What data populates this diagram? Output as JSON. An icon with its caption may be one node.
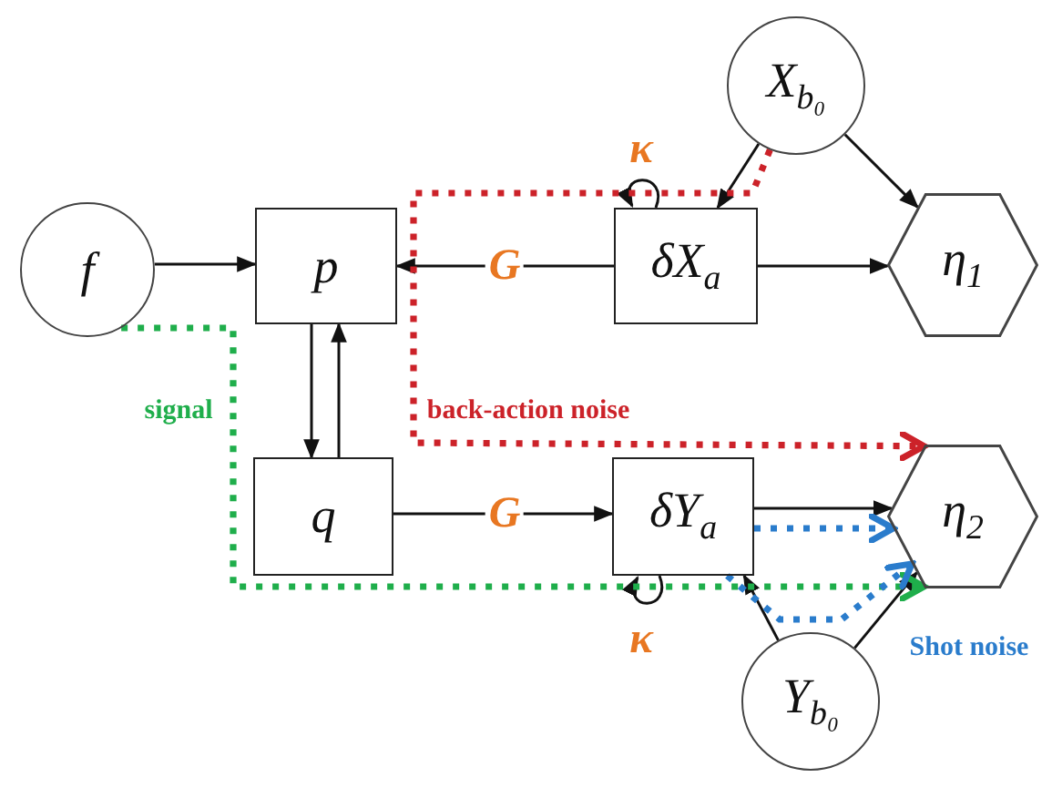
{
  "diagram": {
    "nodes": [
      {
        "text": [
          "f"
        ]
      },
      {
        "text": [
          "p"
        ]
      },
      {
        "text": [
          "δX$_{a}$"
        ]
      },
      {
        "text": [
          "X$_{b₀}$"
        ]
      },
      {
        "text": [
          "η$_{1}$"
        ]
      },
      {
        "text": [
          "q"
        ]
      },
      {
        "text": [
          "δY$_{a}$"
        ]
      },
      {
        "text": [
          "η$_{2}$"
        ]
      },
      {
        "text": [
          "Y$_{b₀}$"
        ]
      }
    ],
    "edges": [
      {
        "from": 0,
        "to": 1,
        "arrow": "to"
      },
      {
        "from": 2,
        "to": 1,
        "arrow": "to",
        "label": "G"
      },
      {
        "from": 3,
        "to": 2,
        "arrow": "to"
      },
      {
        "from": 3,
        "to": 4,
        "arrow": "to"
      },
      {
        "from": 2,
        "to": 4,
        "arrow": "to"
      },
      {
        "from": 2,
        "to": 2,
        "arrow": "to",
        "label": "κ"
      },
      {
        "from": 1,
        "to": 5,
        "arrow": "to"
      },
      {
        "from": 5,
        "to": 1,
        "arrow": "to"
      },
      {
        "from": 5,
        "to": 6,
        "arrow": "to",
        "label": "G"
      },
      {
        "from": 6,
        "to": 7,
        "arrow": "to"
      },
      {
        "from": 8,
        "to": 6,
        "arrow": "to"
      },
      {
        "from": 8,
        "to": 7,
        "arrow": "to"
      },
      {
        "from": 6,
        "to": 6,
        "arrow": "to",
        "label": "κ"
      },
      {
        "from": 3,
        "to": 7,
        "arrow": "to",
        "style": "dashed",
        "color": "#cc2229",
        "label": "back-action noise"
      },
      {
        "from": 0,
        "to": 7,
        "arrow": "to",
        "style": "dashed",
        "color": "#1fae4b",
        "label": "signal"
      },
      {
        "from": 6,
        "to": 7,
        "arrow": "to",
        "style": "dashed",
        "color": "#2a7ccc"
      },
      {
        "from": 6,
        "to": 7,
        "arrow": "to",
        "style": "dashed",
        "color": "#2a7ccc",
        "label": "Shot noise"
      }
    ]
  }
}
